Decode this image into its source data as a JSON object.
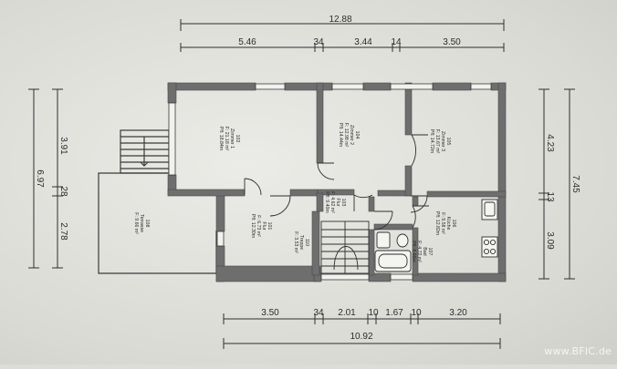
{
  "dimensions": {
    "top_total": "12.88",
    "top_parts": [
      "5.46",
      "34",
      "3.44",
      "14",
      "3.50"
    ],
    "bottom_parts": [
      "3.50",
      "34",
      "2.01",
      "10",
      "1.67",
      "10",
      "3.20"
    ],
    "bottom_total": "10.92",
    "left_total": "6.97",
    "left_parts": [
      "3.91",
      "28",
      "2.78"
    ],
    "right_total": "7.45",
    "right_parts": [
      "4.23",
      "13",
      "3.09"
    ]
  },
  "rooms": [
    {
      "id": "room-102",
      "number": "102",
      "name": "Zimmer 1",
      "l1": "F: 21.18 m²",
      "l2": "Pfl: 18.84m"
    },
    {
      "id": "room-104",
      "number": "104",
      "name": "Zimmer 2",
      "l1": "F: 12.98 m²",
      "l2": "Pfl: 14.44m"
    },
    {
      "id": "room-105",
      "number": "105",
      "name": "Zimmer 3",
      "l1": "F: 13.67 m²",
      "l2": "Pfl: 14.72m"
    },
    {
      "id": "room-101",
      "number": "101",
      "name": "Flur",
      "l1": "F: 6.73 m²",
      "l2": "Pfl: 12.30m"
    },
    {
      "id": "room-103",
      "number": "103",
      "name": "Flur",
      "l1": "F: 4.62 m²",
      "l2": "Pfl: 9.40m"
    },
    {
      "id": "room-110",
      "number": "110",
      "name": "Treppe",
      "l1": "F: 3.53 m²",
      "l2": ""
    },
    {
      "id": "room-106",
      "number": "106",
      "name": "Küche",
      "l1": "F: 9.58 m²",
      "l2": "Pfl: 12.82m"
    },
    {
      "id": "room-107",
      "number": "107",
      "name": "Bad",
      "l1": "F: 4.72 m²",
      "l2": "Pfl: 8.66m"
    },
    {
      "id": "room-108",
      "number": "108",
      "name": "Terrasse",
      "l1": "F: 9.66 m²",
      "l2": ""
    }
  ],
  "watermark": "www.BFIC.de",
  "colors": {
    "wall": "#6e6e6e",
    "line": "#2e2e2e",
    "paper": "#e6e6e2"
  }
}
